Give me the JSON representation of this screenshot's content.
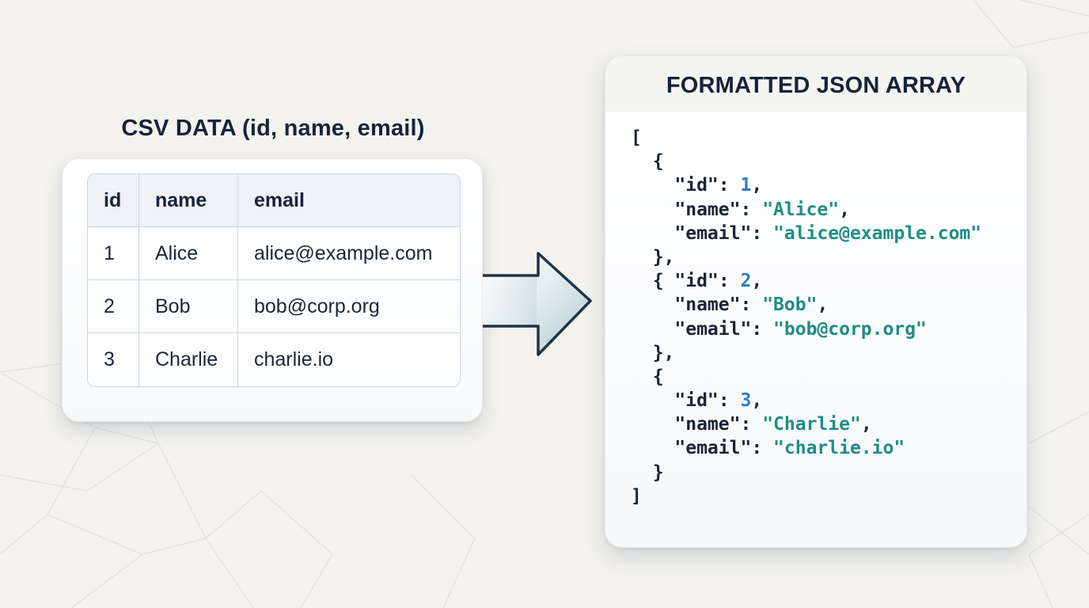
{
  "csv": {
    "title": "CSV DATA (id, name, email)",
    "headers": [
      "id",
      "name",
      "email"
    ],
    "rows": [
      [
        "1",
        "Alice",
        "alice@example.com"
      ],
      [
        "2",
        "Bob",
        "bob@corp.org"
      ],
      [
        "3",
        "Charlie",
        "charlie.io"
      ]
    ]
  },
  "json": {
    "title": "FORMATTED JSON ARRAY",
    "keys": {
      "id": "\"id\"",
      "name": "\"name\"",
      "email": "\"email\""
    },
    "records": [
      {
        "id": "1",
        "name": "\"Alice\"",
        "email": "\"alice@example.com\""
      },
      {
        "id": "2",
        "name": "\"Bob\"",
        "email": "\"bob@corp.org\""
      },
      {
        "id": "3",
        "name": "\"Charlie\"",
        "email": "\"charlie.io\""
      }
    ]
  },
  "colors": {
    "number": "#2f7cc2",
    "string": "#1f8d84",
    "text": "#17233a",
    "background": "#f3f2ee"
  },
  "icons": {
    "arrow": "right-arrow-icon"
  }
}
